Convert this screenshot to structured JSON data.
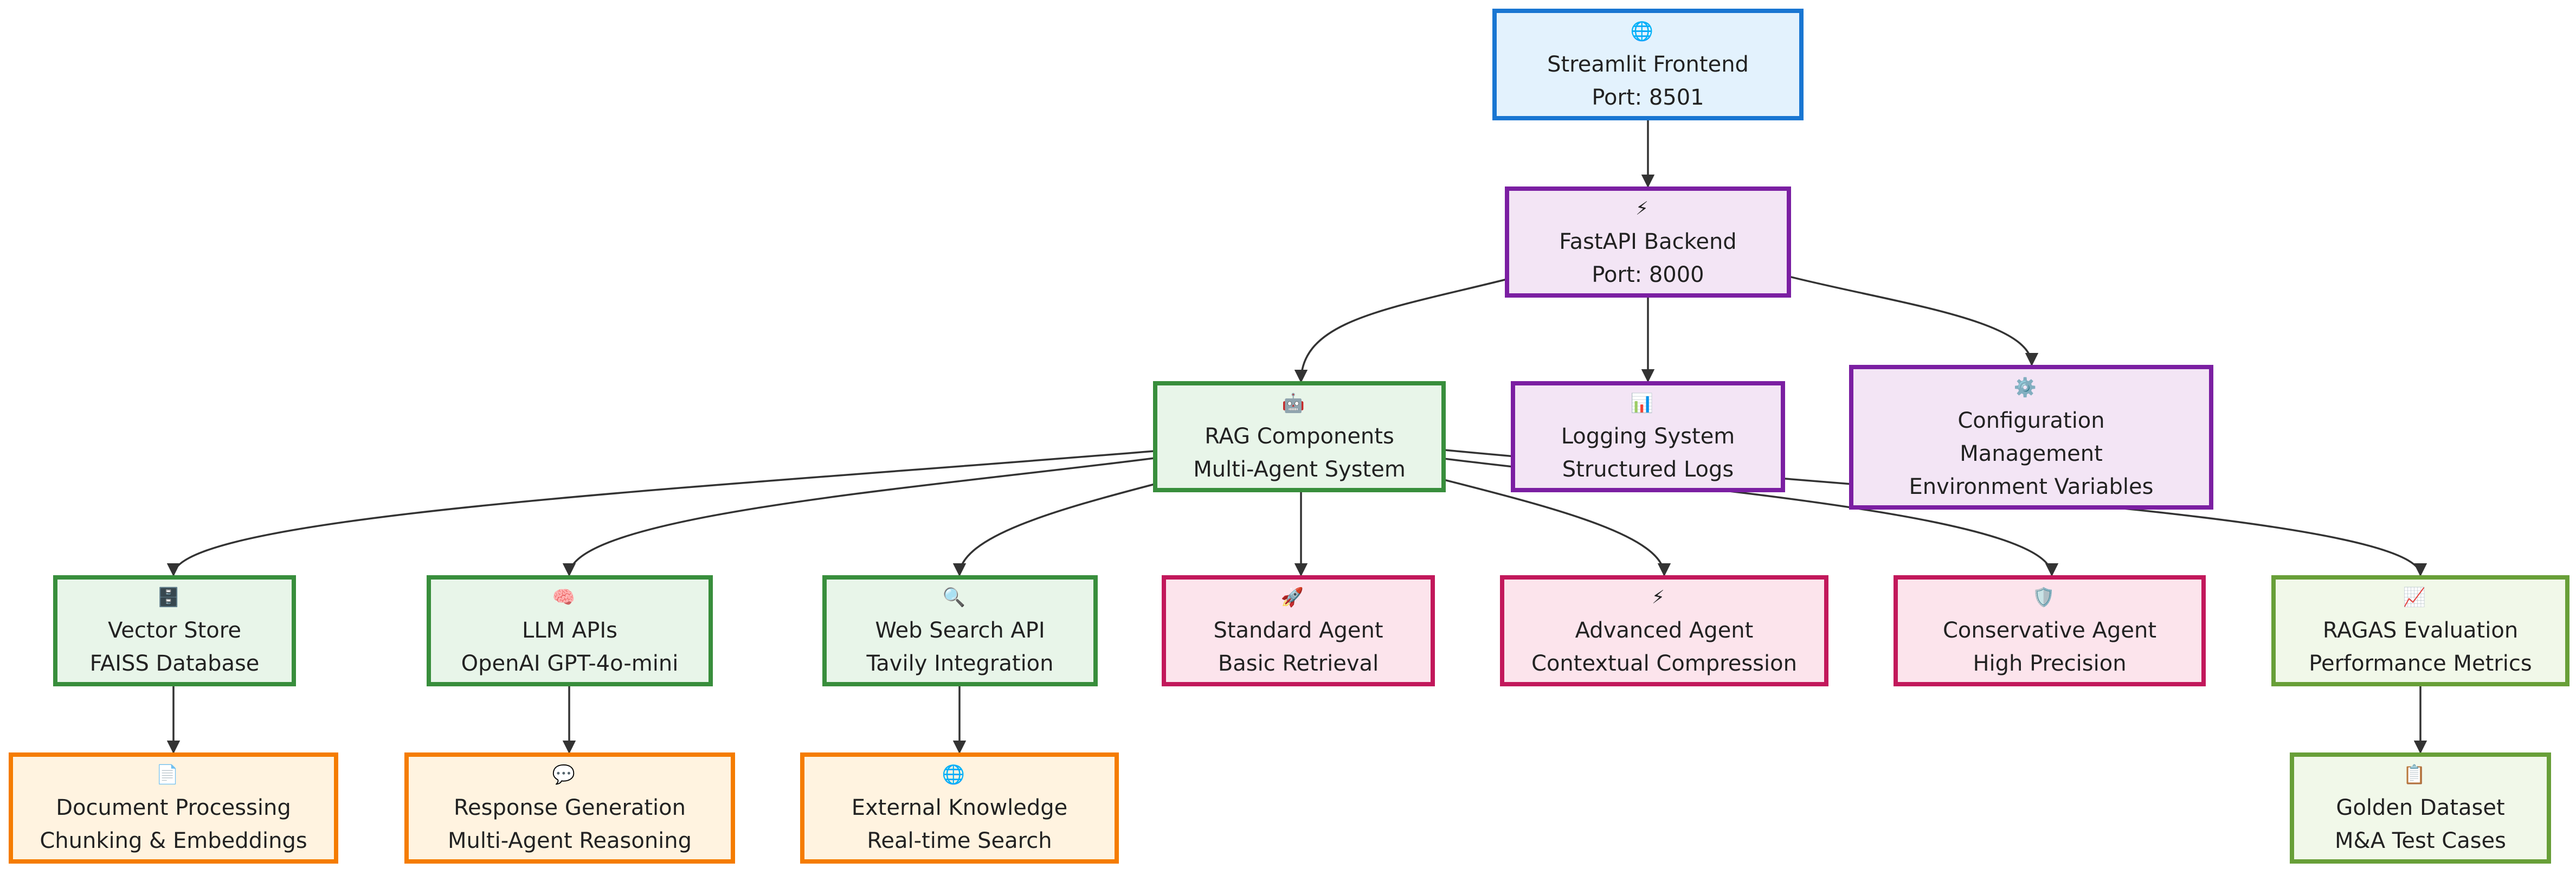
{
  "nodes": {
    "frontend": {
      "icon": "🌐",
      "icon_name": "globe-icon",
      "title": "Streamlit Frontend",
      "sub": "Port: 8501"
    },
    "backend": {
      "icon": "⚡",
      "icon_name": "lightning-icon",
      "title": "FastAPI Backend",
      "sub": "Port: 8000"
    },
    "rag": {
      "icon": "🤖",
      "icon_name": "robot-icon",
      "title": "RAG Components",
      "sub": "Multi-Agent System"
    },
    "logging": {
      "icon": "📊",
      "icon_name": "bar-chart-icon",
      "title": "Logging System",
      "sub": "Structured Logs"
    },
    "config": {
      "icon": "⚙️",
      "icon_name": "gear-icon",
      "title": "Configuration",
      "sub": "Management",
      "sub2": "Environment Variables"
    },
    "vector": {
      "icon": "🗄️",
      "icon_name": "file-cabinet-icon",
      "title": "Vector Store",
      "sub": "FAISS Database"
    },
    "llm": {
      "icon": "🧠",
      "icon_name": "brain-icon",
      "title": "LLM APIs",
      "sub": "OpenAI GPT-4o-mini"
    },
    "websearch": {
      "icon": "🔍",
      "icon_name": "magnifier-icon",
      "title": "Web Search API",
      "sub": "Tavily Integration"
    },
    "standard": {
      "icon": "🚀",
      "icon_name": "rocket-icon",
      "title": "Standard Agent",
      "sub": "Basic Retrieval"
    },
    "advanced": {
      "icon": "⚡",
      "icon_name": "lightning-icon",
      "title": "Advanced Agent",
      "sub": "Contextual Compression"
    },
    "conservative": {
      "icon": "🛡️",
      "icon_name": "shield-icon",
      "title": "Conservative Agent",
      "sub": "High Precision"
    },
    "ragas": {
      "icon": "📈",
      "icon_name": "trend-chart-icon",
      "title": "RAGAS Evaluation",
      "sub": "Performance Metrics"
    },
    "docproc": {
      "icon": "📄",
      "icon_name": "document-icon",
      "title": "Document Processing",
      "sub": "Chunking & Embeddings"
    },
    "respgen": {
      "icon": "💬",
      "icon_name": "speech-bubble-icon",
      "title": "Response Generation",
      "sub": "Multi-Agent Reasoning"
    },
    "extknow": {
      "icon": "🌐",
      "icon_name": "globe-icon",
      "title": "External Knowledge",
      "sub": "Real-time Search"
    },
    "golden": {
      "icon": "📋",
      "icon_name": "clipboard-icon",
      "title": "Golden Dataset",
      "sub": "M&A Test Cases"
    }
  },
  "colors": {
    "edge": "#333333",
    "frontend_border": "#1976d2",
    "frontend_fill": "#e3f2fd",
    "backend_border": "#7b1fa2",
    "backend_fill": "#f3e5f5",
    "rag_border": "#388e3c",
    "rag_fill": "#e8f5e9",
    "agent_border": "#c2185b",
    "agent_fill": "#fce4ec",
    "leaf_border": "#f57c00",
    "leaf_fill": "#fff3e0",
    "eval_border": "#689f38",
    "eval_fill": "#f1f8e9"
  }
}
